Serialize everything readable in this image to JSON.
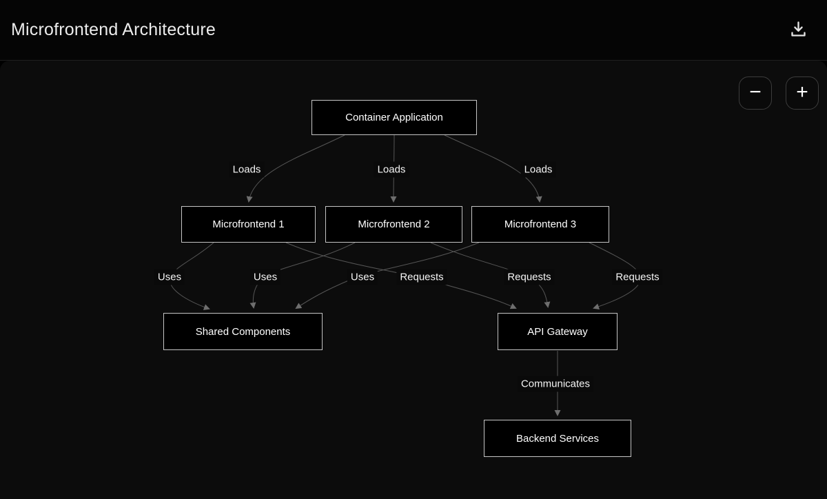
{
  "header": {
    "title": "Microfrontend Architecture",
    "download_icon": "download-icon"
  },
  "controls": {
    "zoom_out_glyph": "−",
    "zoom_in_glyph": "+",
    "zoom_out_icon": "minus-icon",
    "zoom_in_icon": "plus-icon"
  },
  "diagram": {
    "nodes": [
      {
        "id": "container",
        "label": "Container Application"
      },
      {
        "id": "mf1",
        "label": "Microfrontend 1"
      },
      {
        "id": "mf2",
        "label": "Microfrontend 2"
      },
      {
        "id": "mf3",
        "label": "Microfrontend 3"
      },
      {
        "id": "shared",
        "label": "Shared Components"
      },
      {
        "id": "gateway",
        "label": "API Gateway"
      },
      {
        "id": "backend",
        "label": "Backend Services"
      }
    ],
    "edges": [
      {
        "from": "Container Application",
        "to": "Microfrontend 1",
        "label": "Loads"
      },
      {
        "from": "Container Application",
        "to": "Microfrontend 2",
        "label": "Loads"
      },
      {
        "from": "Container Application",
        "to": "Microfrontend 3",
        "label": "Loads"
      },
      {
        "from": "Microfrontend 1",
        "to": "Shared Components",
        "label": "Uses"
      },
      {
        "from": "Microfrontend 2",
        "to": "Shared Components",
        "label": "Uses"
      },
      {
        "from": "Microfrontend 3",
        "to": "Shared Components",
        "label": "Uses"
      },
      {
        "from": "Microfrontend 1",
        "to": "API Gateway",
        "label": "Requests"
      },
      {
        "from": "Microfrontend 2",
        "to": "API Gateway",
        "label": "Requests"
      },
      {
        "from": "Microfrontend 3",
        "to": "API Gateway",
        "label": "Requests"
      },
      {
        "from": "API Gateway",
        "to": "Backend Services",
        "label": "Communicates"
      }
    ]
  },
  "colors": {
    "page_bg": "#000000",
    "header_bg": "#050505",
    "panel_bg": "#0c0c0c",
    "divider": "#1f1f1f",
    "title": "#ececec",
    "node_bg": "#000000",
    "node_border": "#c6c6c6",
    "node_text": "#ffffff",
    "edge": "#565656",
    "edge_arrow": "#6e6e6e",
    "label_bg": "#0a0a0a",
    "label_text": "#f5f5f5",
    "control_bg": "#0a0a0a",
    "control_border": "#3d3d3d"
  }
}
